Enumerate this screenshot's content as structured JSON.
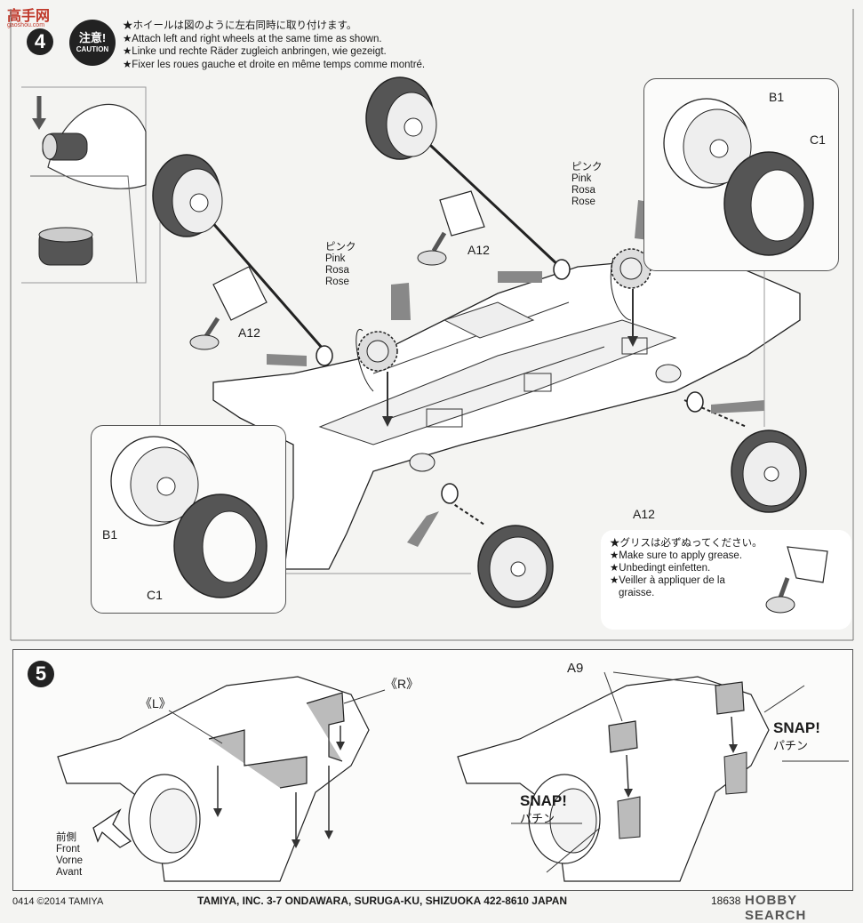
{
  "watermark_top": {
    "chars": "高手网",
    "sub": "gaoshou.com"
  },
  "step4": {
    "number": "4",
    "caution_jp": "注意!",
    "caution_en": "CAUTION",
    "instructions": [
      "★ホイールは図のように左右同時に取り付けます。",
      "★Attach left and right wheels at the same time as shown.",
      "★Linke und rechte Räder zugleich anbringen, wie gezeigt.",
      "★Fixer les roues gauche et droite en même temps comme montré."
    ],
    "labels": {
      "a12_left": "A12",
      "a12_top": "A12",
      "a12_bottom": "A12",
      "b1_top": "B1",
      "c1_top": "C1",
      "b1_bottom": "B1",
      "c1_bottom": "C1"
    },
    "pink_left": [
      "ピンク",
      "Pink",
      "Rosa",
      "Rose"
    ],
    "pink_right": [
      "ピンク",
      "Pink",
      "Rosa",
      "Rose"
    ],
    "grease_note": [
      "★グリスは必ずぬってください。",
      "★Make sure to apply grease.",
      "★Unbedingt einfetten.",
      "★Veiller à appliquer de la",
      "graisse."
    ]
  },
  "step5": {
    "number": "5",
    "label_l": "《L》",
    "label_r": "《R》",
    "label_a9": "A9",
    "snap_right": {
      "en": "SNAP!",
      "jp": "パチン"
    },
    "snap_left": {
      "en": "SNAP!",
      "jp": "パチン"
    },
    "front_labels": [
      "前側",
      "Front",
      "Vorne",
      "Avant"
    ]
  },
  "footer": {
    "left": "0414 ©2014 TAMIYA",
    "center": "TAMIYA, INC.  3-7 ONDAWARA, SURUGA-KU, SHIZUOKA 422-8610 JAPAN",
    "right_code": "18638",
    "watermark": "HOBBY SEARCH"
  },
  "colors": {
    "ink": "#1a1a1a",
    "tire": "#4a4a4a",
    "grease": "#8a8a8a",
    "paper": "#f4f4f2"
  }
}
